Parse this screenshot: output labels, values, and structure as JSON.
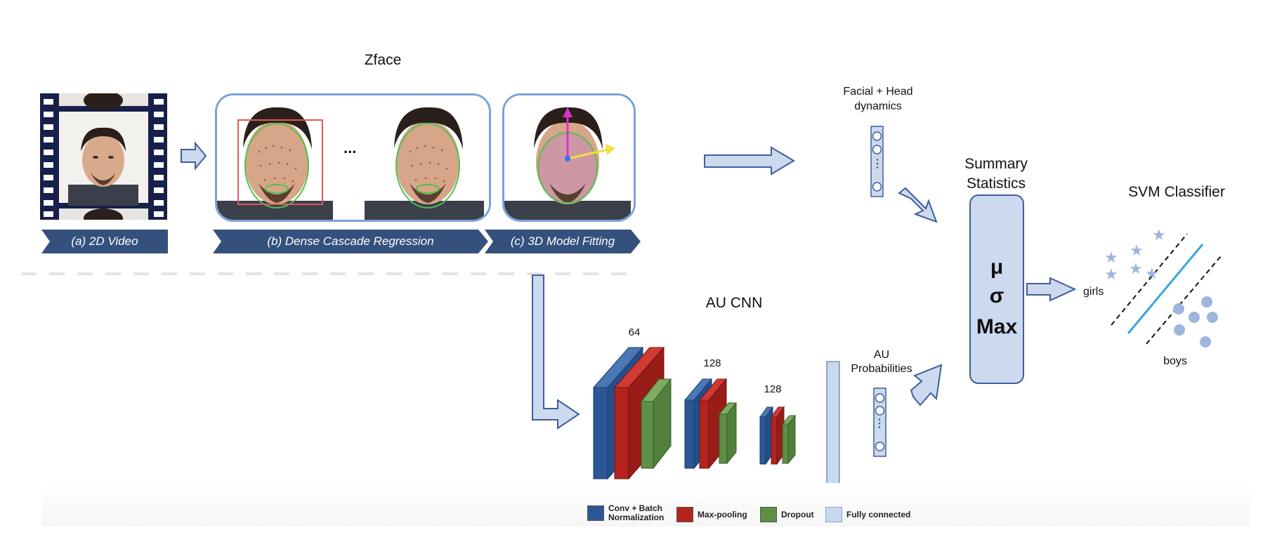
{
  "colors": {
    "arrow_fill": "#ccd9ee",
    "arrow_stroke": "#3f5f9a",
    "frame_border": "#7ba3d6",
    "stage_bar": "#34507d",
    "conv": "#2b5797",
    "maxpool": "#b3241f",
    "dropout": "#5f8f45",
    "fc": "#c9d9ec",
    "svm_line": "#3aa3de",
    "svm_marker": "#9fb5dd"
  },
  "zface": {
    "title": "Zface",
    "stage_a": "(a) 2D Video",
    "stage_b": "(b) Dense Cascade Regression",
    "stage_c": "(c) 3D Model Fitting",
    "ellipsis": "..."
  },
  "dynamics": {
    "label_line1": "Facial + Head",
    "label_line2": "dynamics",
    "dots": "⋮"
  },
  "cnn": {
    "title": "AU CNN",
    "block1_size": "64",
    "block2_size": "128",
    "block3_size": "128",
    "prob_line1": "AU",
    "prob_line2": "Probabilities",
    "dots": "⋮"
  },
  "legend": {
    "conv_line1": "Conv + Batch",
    "conv_line2": "Normalization",
    "maxpool": "Max-pooling",
    "dropout": "Dropout",
    "fc": "Fully connected"
  },
  "summary": {
    "title_line1": "Summary",
    "title_line2": "Statistics",
    "mu": "μ",
    "sigma": "σ",
    "max": "Max"
  },
  "svm": {
    "title": "SVM Classifier",
    "class_girls": "girls",
    "class_boys": "boys",
    "star": "★"
  }
}
